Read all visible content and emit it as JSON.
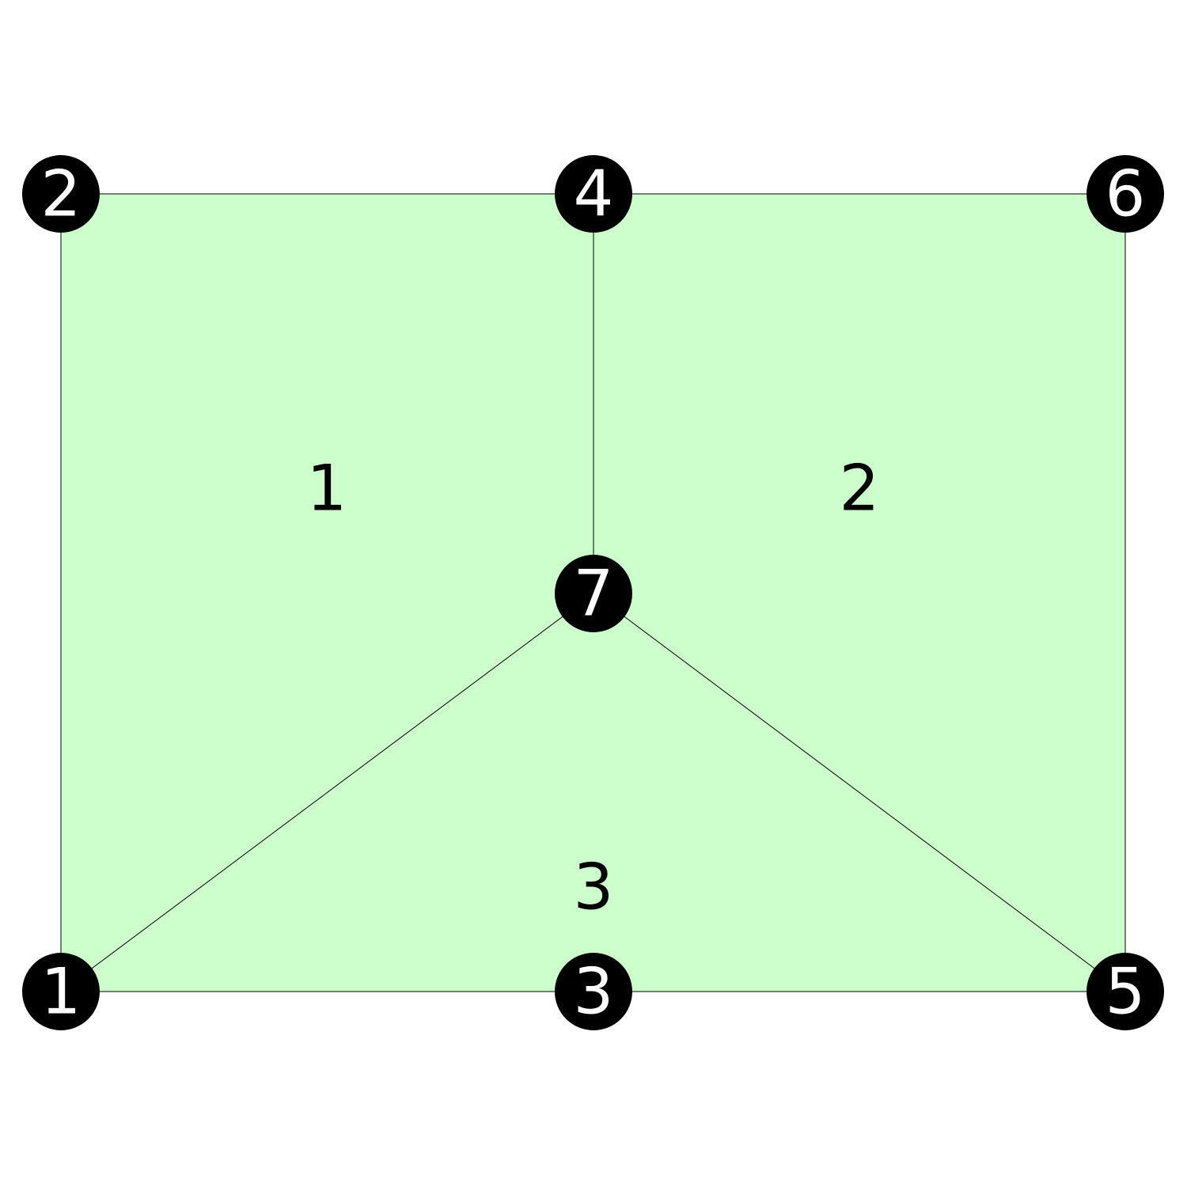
{
  "colors": {
    "face_fill": "#ccffcc",
    "edge": "#000000",
    "node_fill": "#000000",
    "node_text": "#ffffff",
    "face_text": "#000000"
  },
  "nodes": [
    {
      "id": "1",
      "label": "1"
    },
    {
      "id": "2",
      "label": "2"
    },
    {
      "id": "3",
      "label": "3"
    },
    {
      "id": "4",
      "label": "4"
    },
    {
      "id": "5",
      "label": "5"
    },
    {
      "id": "6",
      "label": "6"
    },
    {
      "id": "7",
      "label": "7"
    }
  ],
  "faces": [
    {
      "id": "1",
      "label": "1",
      "nodes": [
        "1",
        "2",
        "4",
        "7"
      ]
    },
    {
      "id": "2",
      "label": "2",
      "nodes": [
        "7",
        "4",
        "6",
        "5"
      ]
    },
    {
      "id": "3",
      "label": "3",
      "nodes": [
        "1",
        "7",
        "5",
        "3"
      ]
    }
  ],
  "edges": [
    [
      "1",
      "2"
    ],
    [
      "2",
      "4"
    ],
    [
      "4",
      "6"
    ],
    [
      "6",
      "5"
    ],
    [
      "5",
      "3"
    ],
    [
      "3",
      "1"
    ],
    [
      "4",
      "7"
    ],
    [
      "7",
      "1"
    ],
    [
      "7",
      "5"
    ]
  ]
}
